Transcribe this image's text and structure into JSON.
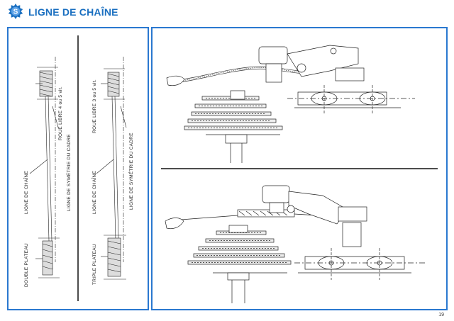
{
  "header": {
    "logo_letter": "S",
    "title": "LIGNE DE CHAÎNE",
    "brand_color": "#1a6fc0",
    "border_color": "#2a78d0"
  },
  "left_panel": {
    "diagram_1": {
      "label_roue_libre": "ROUE LIBRE 4 ou 5 vit.",
      "label_ligne_symetrie": "LIGNE DE SYMÉTRIE DU CADRE",
      "label_ligne_chaine": "LIGNE DE CHAÎNE",
      "label_plateau": "DOUBLE PLATEAU"
    },
    "diagram_2": {
      "label_roue_libre": "ROUE LIBRE 3 ou 5 vit.",
      "label_ligne_symetrie": "LIGNE DE SYMÉTRIE DU CADRE",
      "label_ligne_chaine": "LIGNE DE CHAÎNE",
      "label_plateau": "TRIPLE PLATEAU"
    }
  },
  "right_panel": {
    "upper_figure": "derailleur-top-view",
    "lower_figure": "derailleur-top-view-alt"
  },
  "footer": {
    "page_number": "19"
  }
}
